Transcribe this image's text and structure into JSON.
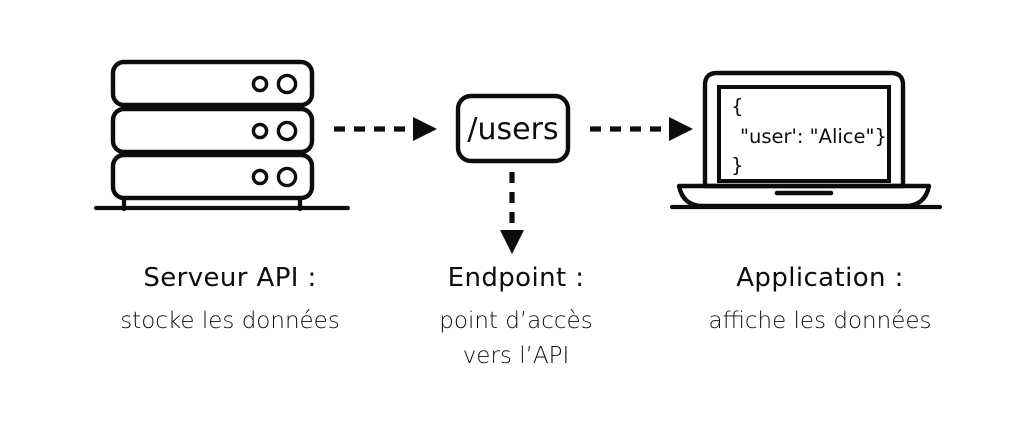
{
  "diagram": {
    "title": "Serveur API / Endpoint / Application",
    "background_color": "#ffffff",
    "stroke_color": "#0d0d0d"
  },
  "nodes": {
    "server": {
      "icon": "server-rack-icon",
      "units": 3,
      "leds_per_unit": 2,
      "caption_title": "Serveur API :",
      "caption_body": "stocke les données"
    },
    "endpoint": {
      "icon": "endpoint-box-icon",
      "label": "/users",
      "caption_title": "Endpoint :",
      "caption_body_line1": "point  d’accès",
      "caption_body_line2": "vers l’API"
    },
    "application": {
      "icon": "laptop-icon",
      "screen_code_line1": "{",
      "screen_code_line2": "\"user': \"Alice\"}",
      "screen_code_line3": "}",
      "caption_title": "Application :",
      "caption_body": "affiche les données"
    }
  },
  "connectors": [
    {
      "name": "server-to-endpoint",
      "style": "dashed",
      "arrowhead": "filled-triangle",
      "direction": "right"
    },
    {
      "name": "endpoint-to-application",
      "style": "dashed",
      "arrowhead": "filled-triangle",
      "direction": "right"
    },
    {
      "name": "endpoint-to-caption",
      "style": "dashed",
      "arrowhead": "filled-triangle",
      "direction": "down"
    }
  ]
}
